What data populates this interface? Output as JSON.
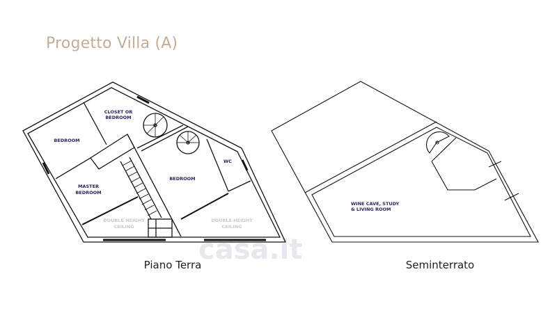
{
  "title": "Progetto Villa (A)",
  "watermark": "casa.it",
  "plans": [
    {
      "caption": "Piano Terra",
      "rooms": {
        "bedroom_left": "BEDROOM",
        "closet_1": "CLOSET OR",
        "closet_2": "BEDROOM",
        "master_1": "MASTER",
        "master_2": "BEDROOM",
        "bedroom_right": "BEDROOM",
        "wc": "WC",
        "dh_left_1": "DOUBLE HEIGHT",
        "dh_left_2": "CEILING",
        "dh_right_1": "DOUBLE HEIGHT",
        "dh_right_2": "CEILING"
      }
    },
    {
      "caption": "Seminterrato",
      "rooms": {
        "wine_1": "WINE CAVE, STUDY",
        "wine_2": "& LIVING ROOM"
      }
    }
  ]
}
